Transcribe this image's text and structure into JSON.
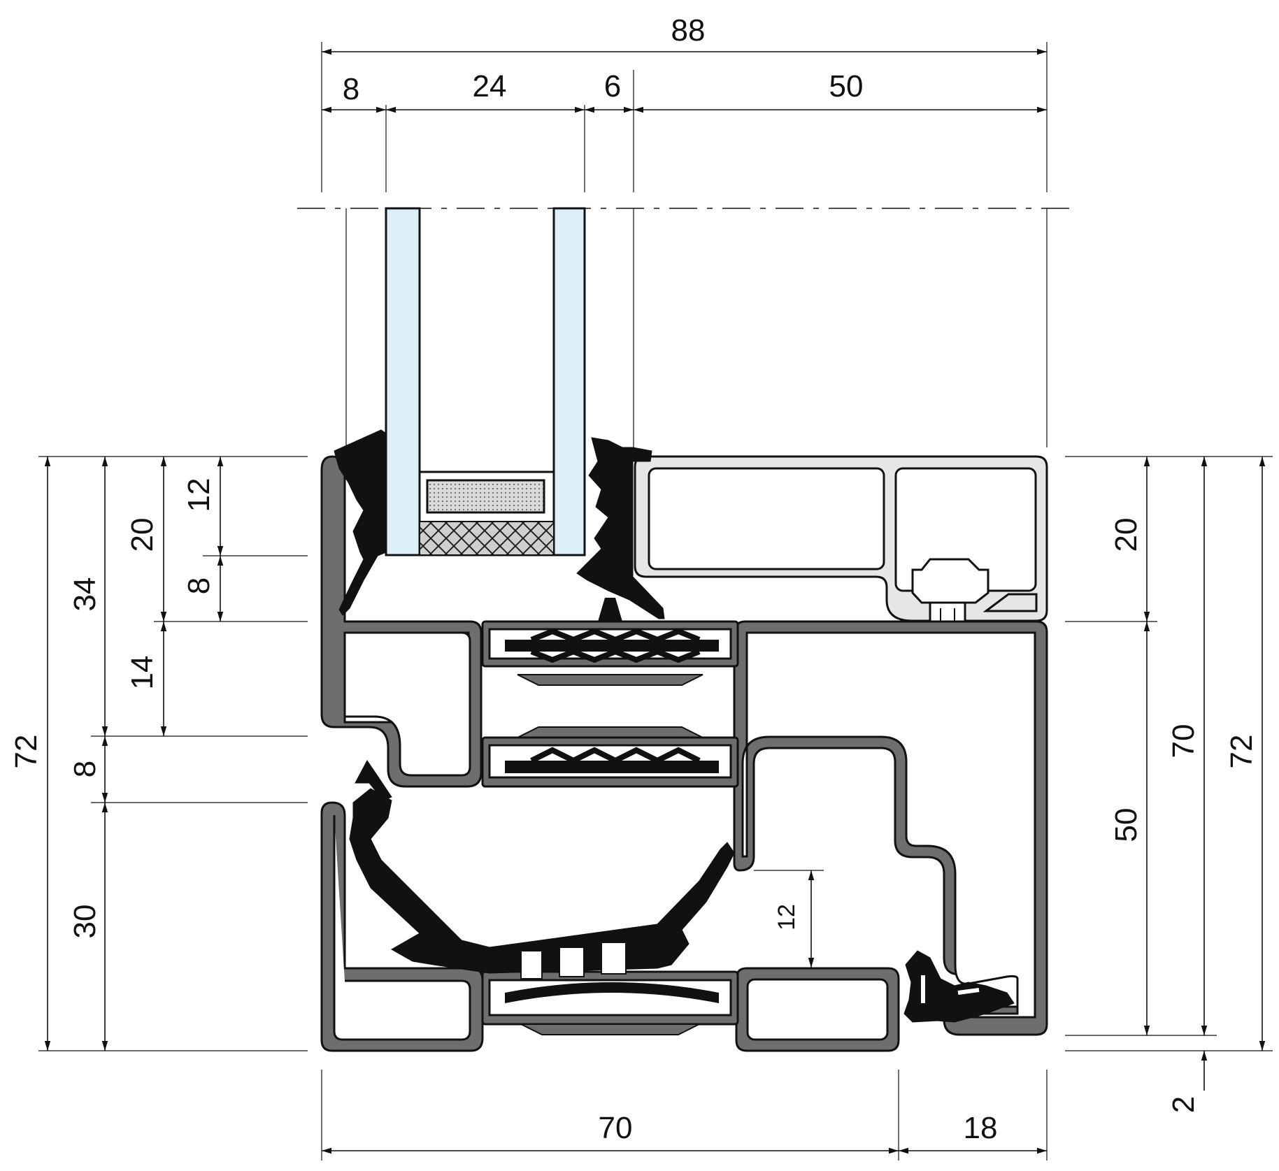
{
  "dimensions": {
    "top_total": "88",
    "top_segments": [
      "8",
      "24",
      "6",
      "50"
    ],
    "left_outer": "72",
    "left_parts": [
      "34",
      "8",
      "30"
    ],
    "left_inner": [
      "20",
      "14"
    ],
    "left_small": [
      "12",
      "8"
    ],
    "right_outer": "72",
    "right_mid": "70",
    "right_parts": [
      "20",
      "50"
    ],
    "right_gap": "2",
    "bottom_segments": [
      "70",
      "18"
    ],
    "inner_drop": "12"
  },
  "colors": {
    "glass": "#dceff9",
    "aluminium": "#6e6e6e",
    "glazing_bead": "#e6e6e6",
    "gasket": "#111111"
  }
}
